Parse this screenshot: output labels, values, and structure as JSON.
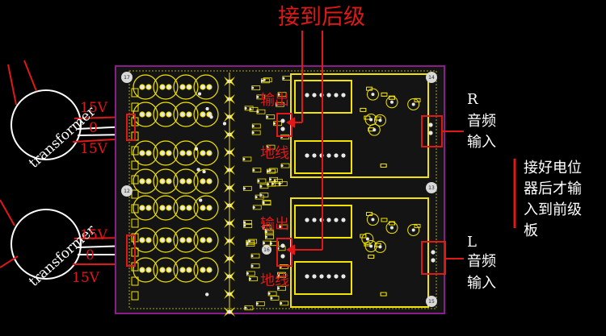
{
  "top_annotation": "接到后级",
  "transformer_top": {
    "label": "transformer",
    "v_upper": "15V",
    "v_mid": "0",
    "v_lower": "15V"
  },
  "transformer_bottom": {
    "label": "transformer",
    "v_upper": "15V",
    "v_mid": "0",
    "v_lower": "15V"
  },
  "channel_r": {
    "letter": "R",
    "line1": "音频",
    "line2": "输入"
  },
  "channel_l": {
    "letter": "L",
    "line1": "音频",
    "line2": "输入"
  },
  "output_upper": {
    "out_label": "输出",
    "gnd_label": "地线"
  },
  "output_lower": {
    "out_label": "输出",
    "gnd_label": "地线"
  },
  "side_note": {
    "line1": "接好电位",
    "line2": "器后才输",
    "line3": "入到前级",
    "line4": "板"
  },
  "corner_numbers": [
    "17",
    "14",
    "12",
    "13",
    "16",
    "15"
  ],
  "colors": {
    "board_bg": "#141414",
    "board_outline": "#8a1d8a",
    "silk_yellow": "#f2e400",
    "pad_white": "#e8e8e8",
    "annotation_red": "#e01818"
  }
}
